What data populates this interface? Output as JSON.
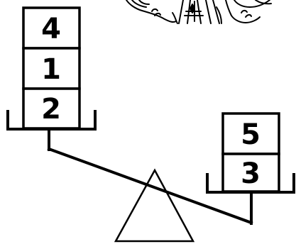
{
  "colors": {
    "stroke": "#000000",
    "background": "#ffffff"
  },
  "left_pan": {
    "blocks": [
      "4",
      "1",
      "2"
    ]
  },
  "right_pan": {
    "blocks": [
      "5",
      "3"
    ]
  },
  "fulcrum": {
    "shape": "triangle"
  },
  "figure": {
    "icon": "cartoon-character-icon"
  }
}
